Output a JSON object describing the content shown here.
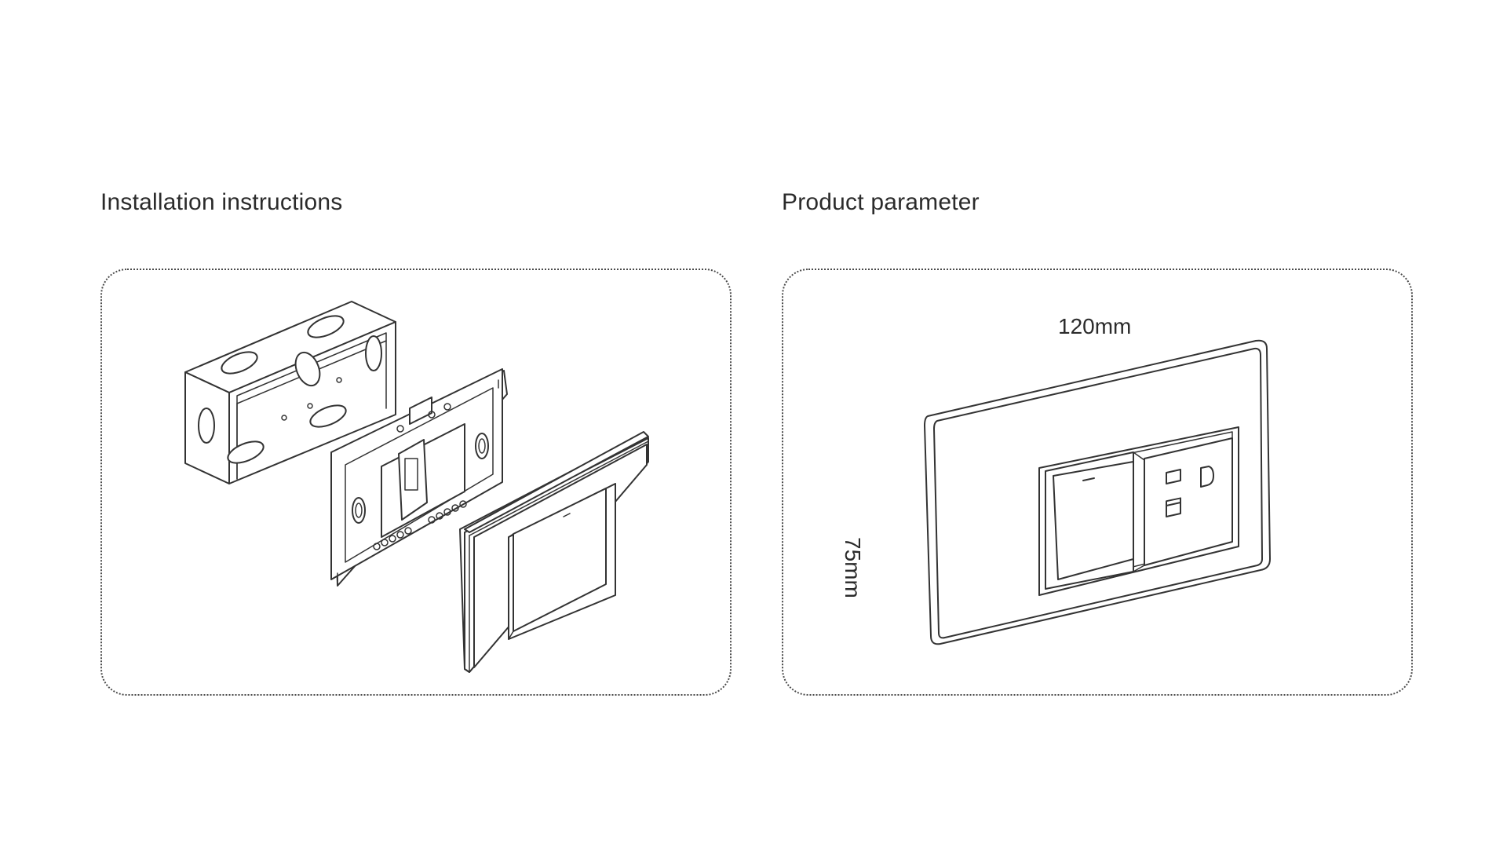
{
  "sections": {
    "installation": {
      "title": "Installation instructions"
    },
    "parameter": {
      "title": "Product parameter",
      "width_label": "120mm",
      "height_label": "75mm"
    }
  },
  "colors": {
    "line": "#333333",
    "text": "#2b2b2b",
    "background": "#ffffff"
  },
  "illustrations": {
    "installation": [
      "back-box-icon",
      "switch-mechanism-icon",
      "switch-plate-icon"
    ],
    "parameter": [
      "switch-socket-plate-icon"
    ]
  }
}
